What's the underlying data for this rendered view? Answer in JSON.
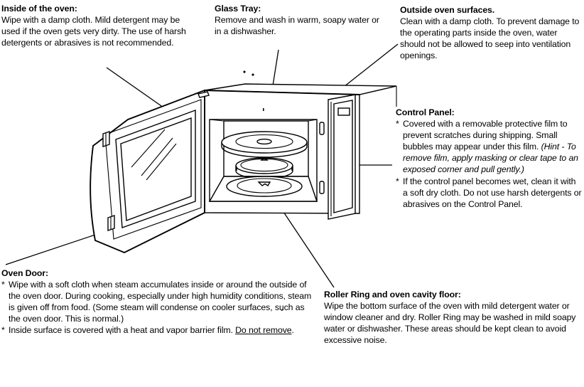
{
  "document": {
    "type": "appliance-care-diagram",
    "subject": "Microwave oven cleaning and care"
  },
  "callouts": {
    "inside_oven": {
      "heading": "Inside of the oven:",
      "body": "Wipe with a damp cloth. Mild detergent may be used if the oven gets very dirty. The use of harsh detergents or abrasives is not recommended."
    },
    "glass_tray": {
      "heading": "Glass Tray:",
      "body": "Remove and wash in warm, soapy water or in a dishwasher."
    },
    "outside_surfaces": {
      "heading": "Outside oven surfaces.",
      "body": "Clean with a damp cloth. To prevent damage to the operating parts inside the oven, water should not be allowed to seep into ventilation openings."
    },
    "control_panel": {
      "heading": "Control Panel:",
      "star": "*",
      "bullet1_part1": "Covered with a removable protective film to prevent scratches during shipping.   Small bubbles may appear under this film. ",
      "bullet1_italic": "(Hint - To remove film, apply masking or clear tape to an exposed corner and pull gently.)",
      "bullet2": "If the control panel becomes wet, clean it with a soft dry cloth.  Do not use harsh detergents or abrasives on the Control Panel."
    },
    "oven_door": {
      "heading": "Oven Door:",
      "star": "*",
      "bullet1": "Wipe with a soft cloth when steam accumulates inside or around the outside of the oven door.  During cooking, especially under high humidity conditions, steam is given off from food. (Some steam will condense on cooler surfaces, such as the oven door. This is normal.)",
      "bullet2_part1": "Inside surface is covered with a heat and vapor barrier film. ",
      "bullet2_underlined": "Do not remove",
      "bullet2_part2": "."
    },
    "roller_ring": {
      "heading": "Roller Ring and oven cavity floor:",
      "body": "Wipe the bottom surface of the oven with mild detergent water or window cleaner and dry. Roller Ring may be washed in mild soapy water or dishwasher. These areas should be kept clean to avoid excessive noise."
    }
  },
  "illustration": {
    "parts": [
      "oven-body",
      "oven-door-open",
      "door-window",
      "door-latch-upper",
      "door-latch-lower",
      "oven-cavity",
      "glass-tray",
      "roller-ring",
      "cavity-floor-coupler",
      "control-panel",
      "control-panel-display"
    ],
    "line_color": "#000000",
    "fill_color": "#ffffff"
  }
}
